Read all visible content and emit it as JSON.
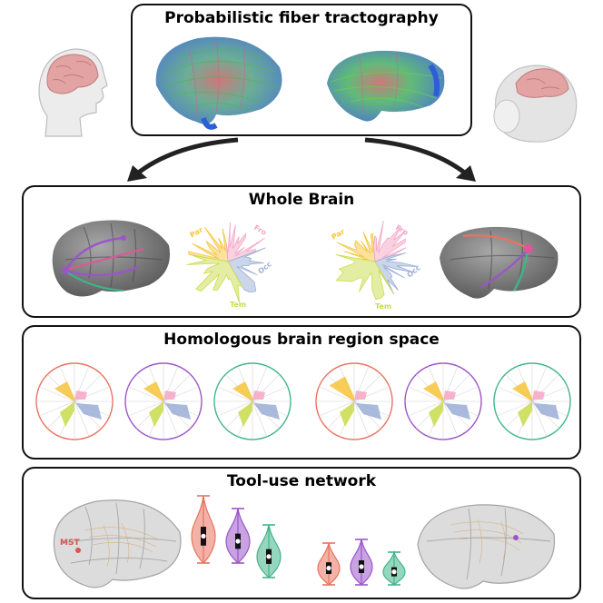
{
  "panels": {
    "tractography": {
      "title": "Probabilistic fiber tractography"
    },
    "whole_brain": {
      "title": "Whole Brain"
    },
    "homologous": {
      "title": "Homologous brain region space"
    },
    "tool_use": {
      "title": "Tool-use network"
    }
  },
  "lobe_labels": {
    "par": "Par",
    "fro": "Fro",
    "occ": "Occ",
    "tem": "Tem"
  },
  "region_label": "MST",
  "colors": {
    "frontal": "#f3a6c4",
    "parietal": "#f6c43b",
    "temporal": "#c9dc4a",
    "occipital": "#9aaed6",
    "red": "#e8735f",
    "purple": "#9b55c9",
    "teal": "#3fb58a",
    "cortex": "#7a7a7a"
  },
  "violins": [
    {
      "color": "#e8735f",
      "median": 0.7
    },
    {
      "color": "#9b55c9",
      "median": 0.72
    },
    {
      "color": "#3fb58a",
      "median": 0.78
    },
    {
      "color": "#e8735f",
      "median": 0.85
    },
    {
      "color": "#9b55c9",
      "median": 0.84
    },
    {
      "color": "#3fb58a",
      "median": 0.86
    }
  ]
}
